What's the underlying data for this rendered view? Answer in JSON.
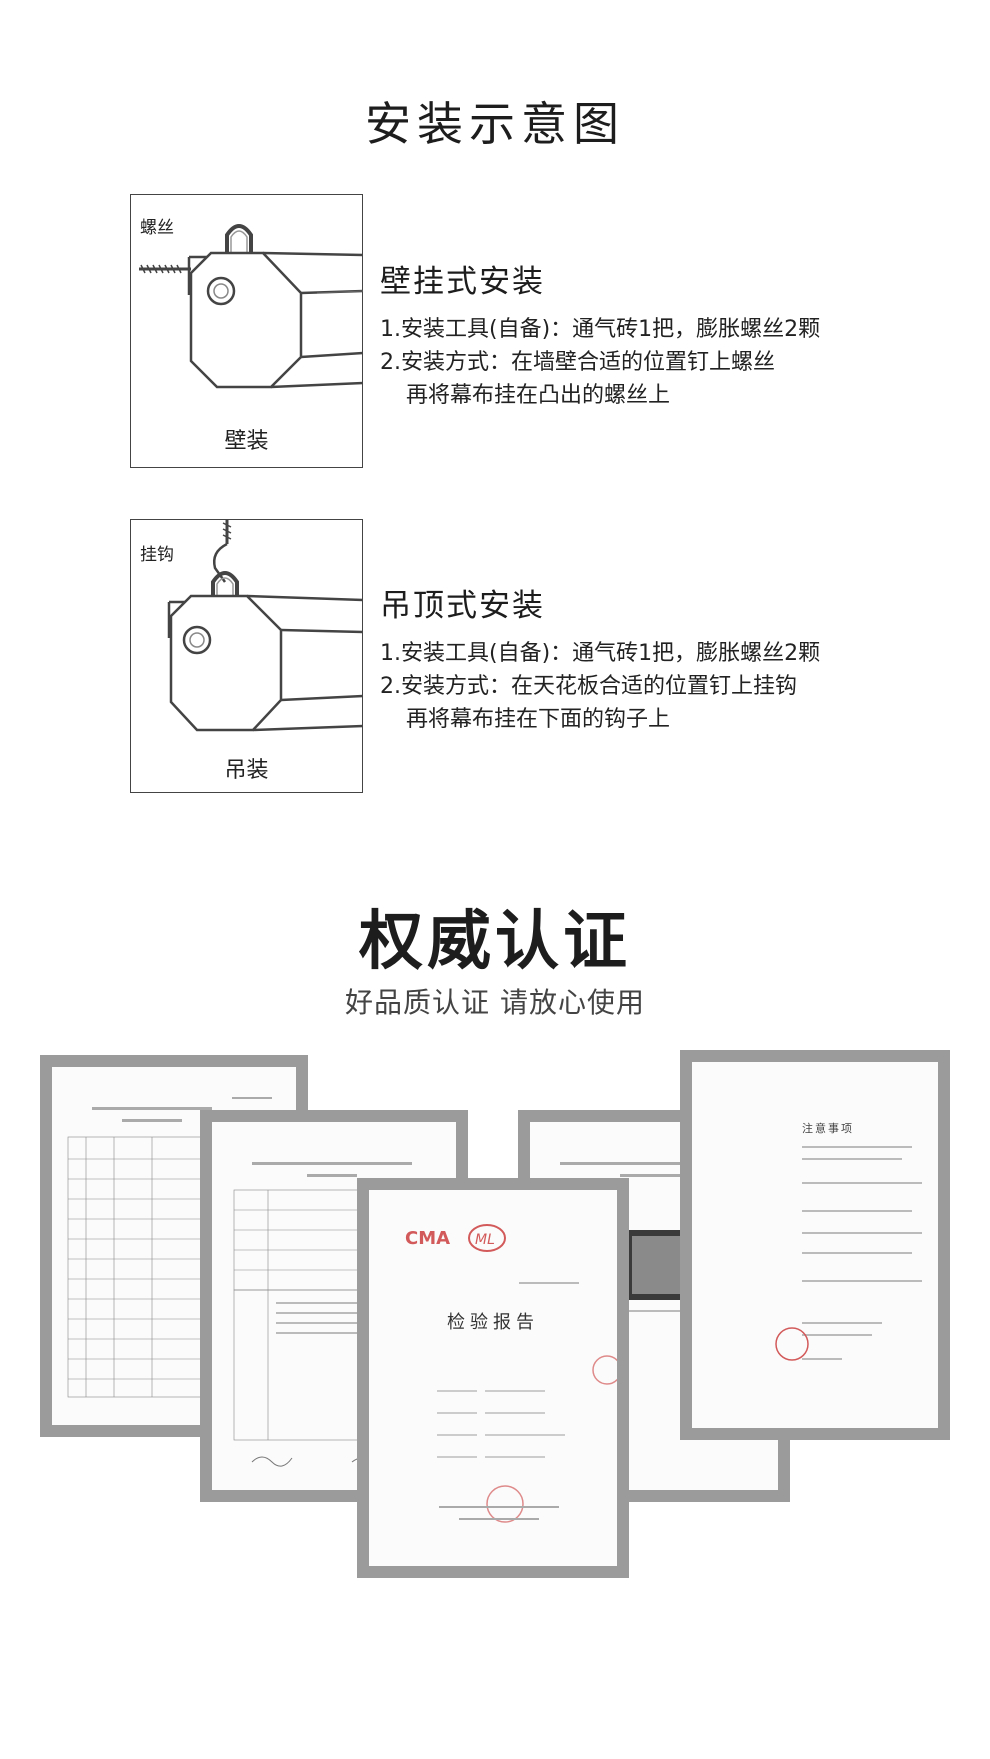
{
  "installation": {
    "title": "安装示意图",
    "wall": {
      "diagram_label": "螺丝",
      "diagram_caption": "壁装",
      "heading": "壁挂式安装",
      "line1": "1.安装工具(自备)：通气砖1把，膨胀螺丝2颗",
      "line2": "2.安装方式：在墙壁合适的位置钉上螺丝",
      "line3": "再将幕布挂在凸出的螺丝上"
    },
    "ceiling": {
      "diagram_label": "挂钩",
      "diagram_caption": "吊装",
      "heading": "吊顶式安装",
      "line1": "1.安装工具(自备)：通气砖1把，膨胀螺丝2颗",
      "line2": "2.安装方式：在天花板合适的位置钉上挂钩",
      "line3": "再将幕布挂在下面的钩子上"
    }
  },
  "certification": {
    "title": "权威认证",
    "subtitle": "好品质认证 请放心使用",
    "front_document": {
      "heading": "检验报告",
      "logo_left": "CMA",
      "logo_right": "ML"
    },
    "right_document": {
      "heading": "注意事项"
    }
  },
  "colors": {
    "frame": "#9b9b9b",
    "outline": "#444444",
    "stamp": "#d35a5a"
  }
}
